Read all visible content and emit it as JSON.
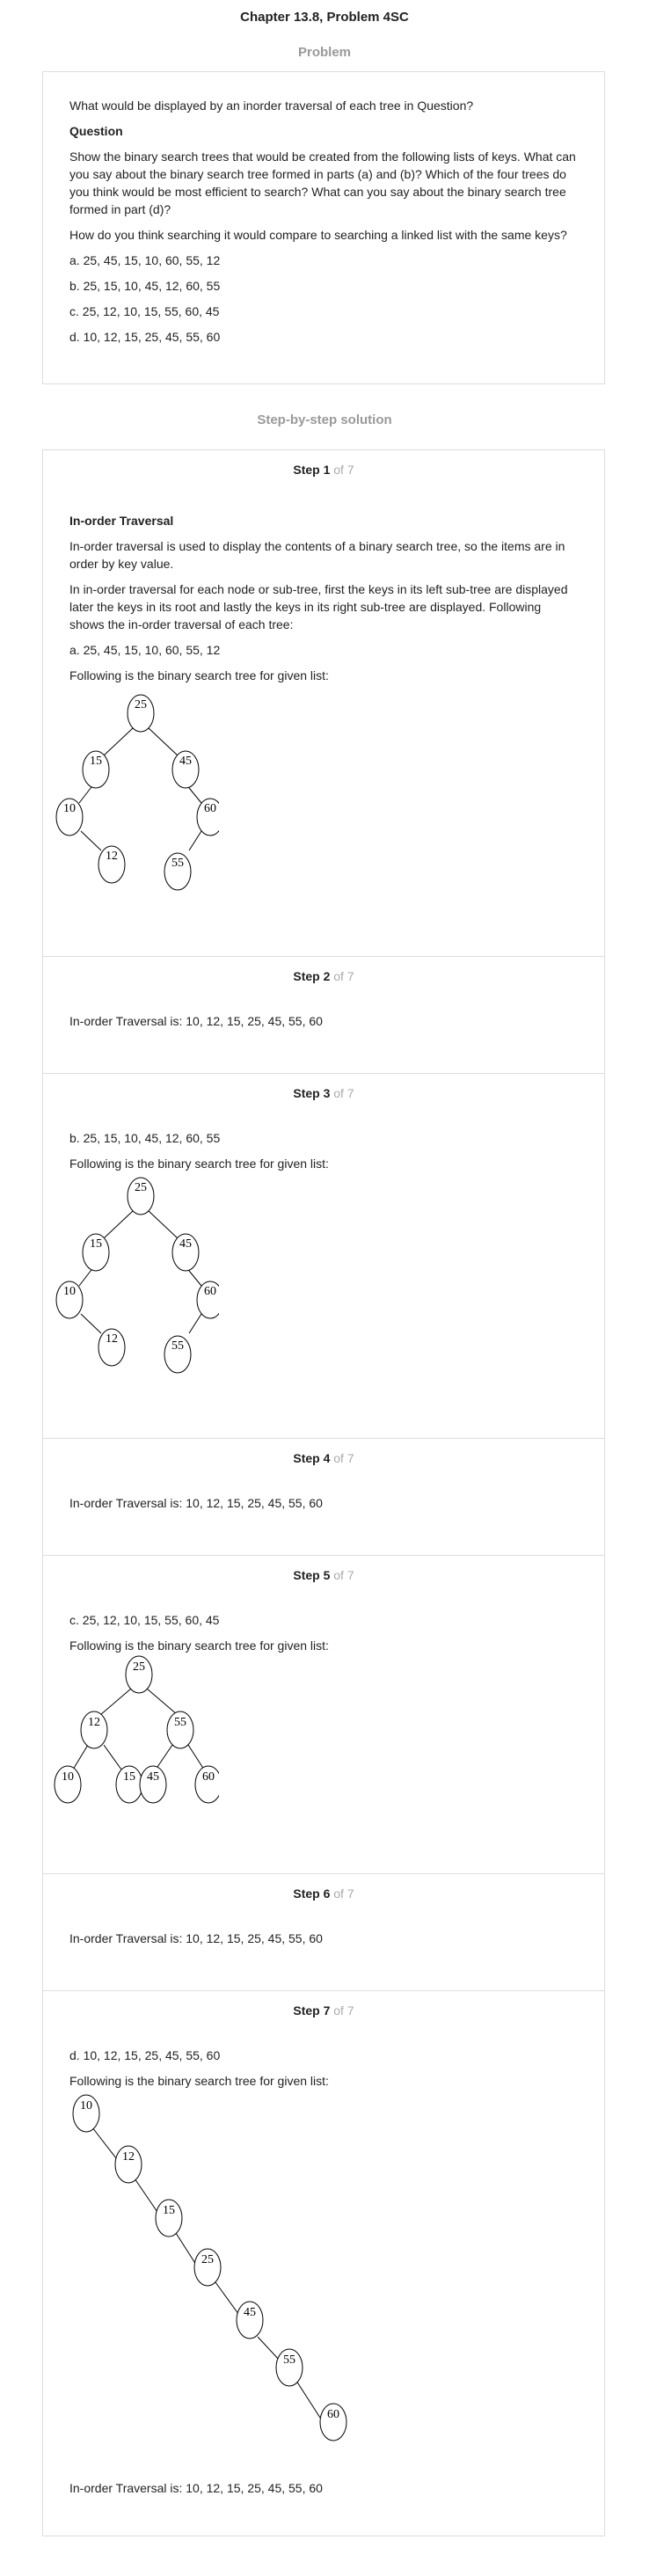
{
  "header": {
    "title": "Chapter 13.8, Problem 4SC"
  },
  "problem": {
    "heading": "Problem",
    "intro": "What would be displayed by an inorder traversal of each tree in Question?",
    "question_heading": "Question",
    "question_text": "Show the binary search trees that would be created from the following lists of keys. What can you say about the binary search tree formed in parts (a) and (b)? Which of the four trees do you think would be most efficient to search? What can you say about the binary search tree formed in part (d)?",
    "question_text2": "How do you think searching it would compare to searching a linked list with the same keys?",
    "options": [
      "a. 25, 45, 15, 10, 60, 55, 12",
      "b. 25, 15, 10, 45, 12, 60, 55",
      "c. 25, 12, 10, 15, 55, 60, 45",
      "d. 10, 12, 15, 25, 45, 55, 60"
    ]
  },
  "solution": {
    "heading": "Step-by-step solution",
    "of_total": "of 7",
    "steps": [
      {
        "label": "Step 1",
        "subheading": "In-order Traversal",
        "p1": "In-order traversal is used to display the contents of a binary search tree, so the items are in order by key value.",
        "p2": "In in-order traversal for each node or sub-tree, first the keys in its left sub-tree are displayed later the keys in its root and lastly the keys in its right sub-tree are displayed. Following shows the in-order traversal of each tree:",
        "p3": "a. 25, 45, 15, 10, 60, 55, 12",
        "p4": "Following is the binary search tree for given list:",
        "tree": [
          "25",
          "15",
          "45",
          "10",
          "60",
          "12",
          "55"
        ]
      },
      {
        "label": "Step 2",
        "text": "In-order Traversal is: 10, 12, 15, 25, 45, 55, 60"
      },
      {
        "label": "Step 3",
        "p1": "b. 25, 15, 10, 45, 12, 60, 55",
        "p2": "Following is the binary search tree for given list:",
        "tree": [
          "25",
          "15",
          "45",
          "10",
          "60",
          "12",
          "55"
        ]
      },
      {
        "label": "Step 4",
        "text": "In-order Traversal is: 10, 12, 15, 25, 45, 55, 60"
      },
      {
        "label": "Step 5",
        "p1": "c. 25, 12, 10, 15, 55, 60, 45",
        "p2": "Following is the binary search tree for given list:",
        "tree": [
          "25",
          "12",
          "55",
          "10",
          "15",
          "45",
          "60"
        ]
      },
      {
        "label": "Step 6",
        "text": "In-order Traversal is: 10, 12, 15, 25, 45, 55, 60"
      },
      {
        "label": "Step 7",
        "p1": "d. 10, 12, 15, 25, 45, 55, 60",
        "p2": "Following is the binary search tree for given list:",
        "tree": [
          "10",
          "12",
          "15",
          "25",
          "45",
          "55",
          "60"
        ],
        "text": "In-order Traversal is: 10, 12, 15, 25, 45, 55, 60"
      }
    ]
  }
}
